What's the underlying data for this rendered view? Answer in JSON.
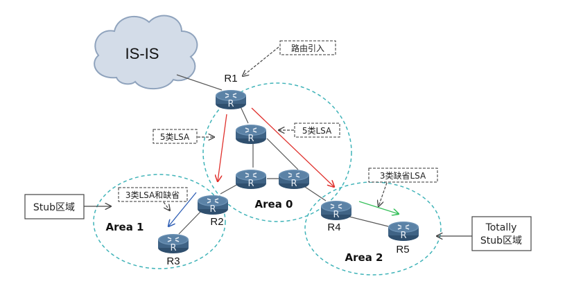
{
  "diagram": {
    "cloud": {
      "label": "IS-IS"
    },
    "routers": [
      {
        "id": "R1",
        "label": "R1"
      },
      {
        "id": "core-top",
        "label": ""
      },
      {
        "id": "core-left",
        "label": ""
      },
      {
        "id": "core-right",
        "label": ""
      },
      {
        "id": "R2",
        "label": "R2"
      },
      {
        "id": "R3",
        "label": "R3"
      },
      {
        "id": "R4",
        "label": "R4"
      },
      {
        "id": "R5",
        "label": "R5"
      }
    ],
    "areas": [
      {
        "id": "area0",
        "label": "Area 0"
      },
      {
        "id": "area1",
        "label": "Area 1"
      },
      {
        "id": "area2",
        "label": "Area 2"
      }
    ],
    "notes": {
      "route_import": "路由引入",
      "lsa5_left": "5类LSA",
      "lsa5_right": "5类LSA",
      "lsa3_default": "3类LSA和缺省",
      "lsa3_default_only": "3类缺省LSA"
    },
    "boxes": {
      "stub": "Stub区域",
      "totally_stub_line1": "Totally",
      "totally_stub_line2": "Stub区域"
    },
    "colors": {
      "router_body": "#3f6385",
      "router_top": "#5b82a6",
      "area_border": "#3fb3b8",
      "red_arrow": "#e0302c",
      "blue_arrow": "#2f5fb5",
      "green_arrow": "#35c05a",
      "cloud_fill": "#d3dce8",
      "cloud_stroke": "#8fa3bd"
    }
  }
}
